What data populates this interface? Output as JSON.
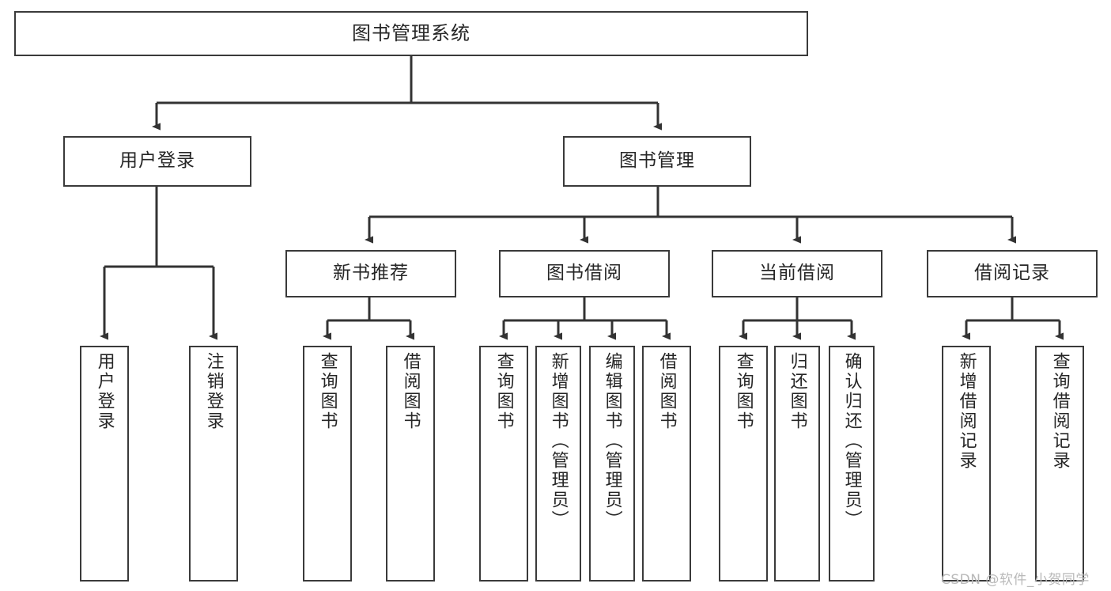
{
  "diagram": {
    "title": "图书管理系统",
    "type": "tree",
    "orientation": "top-down",
    "background_color": "#ffffff",
    "node_border_color": "#3a3a3a",
    "node_fill_color": "#ffffff",
    "text_color": "#262626",
    "edge_color": "#333333"
  },
  "watermark": {
    "text": "CSDN @软件_小贺同学",
    "color": "#b9b9b9"
  },
  "nodes": {
    "root": {
      "label": "图书管理系统",
      "level": 0
    },
    "level1": [
      {
        "id": "user-login",
        "label": "用户登录"
      },
      {
        "id": "book-manage",
        "label": "图书管理"
      }
    ],
    "level2": [
      {
        "id": "new-book-recommend",
        "label": "新书推荐"
      },
      {
        "id": "book-borrow",
        "label": "图书借阅"
      },
      {
        "id": "current-borrow",
        "label": "当前借阅"
      },
      {
        "id": "borrow-record",
        "label": "借阅记录"
      }
    ],
    "leaves": [
      {
        "id": "leaf-user-login",
        "label": "用户登录",
        "parent": "user-login"
      },
      {
        "id": "leaf-logout-login",
        "label": "注销登录",
        "parent": "user-login"
      },
      {
        "id": "leaf-query-book-1",
        "label": "查询图书",
        "parent": "new-book-recommend"
      },
      {
        "id": "leaf-borrow-book-1",
        "label": "借阅图书",
        "parent": "new-book-recommend"
      },
      {
        "id": "leaf-query-book-2",
        "label": "查询图书",
        "parent": "book-borrow"
      },
      {
        "id": "leaf-add-book",
        "label": "新增图书（管理员）",
        "parent": "book-borrow"
      },
      {
        "id": "leaf-edit-book",
        "label": "编辑图书（管理员）",
        "parent": "book-borrow"
      },
      {
        "id": "leaf-borrow-book-2",
        "label": "借阅图书",
        "parent": "book-borrow"
      },
      {
        "id": "leaf-query-book-3",
        "label": "查询图书",
        "parent": "current-borrow"
      },
      {
        "id": "leaf-return-book",
        "label": "归还图书",
        "parent": "current-borrow"
      },
      {
        "id": "leaf-confirm-return",
        "label": "确认归还（管理员）",
        "parent": "current-borrow"
      },
      {
        "id": "leaf-add-record",
        "label": "新增借阅记录",
        "parent": "borrow-record"
      },
      {
        "id": "leaf-query-record",
        "label": "查询借阅记录",
        "parent": "borrow-record"
      }
    ]
  }
}
